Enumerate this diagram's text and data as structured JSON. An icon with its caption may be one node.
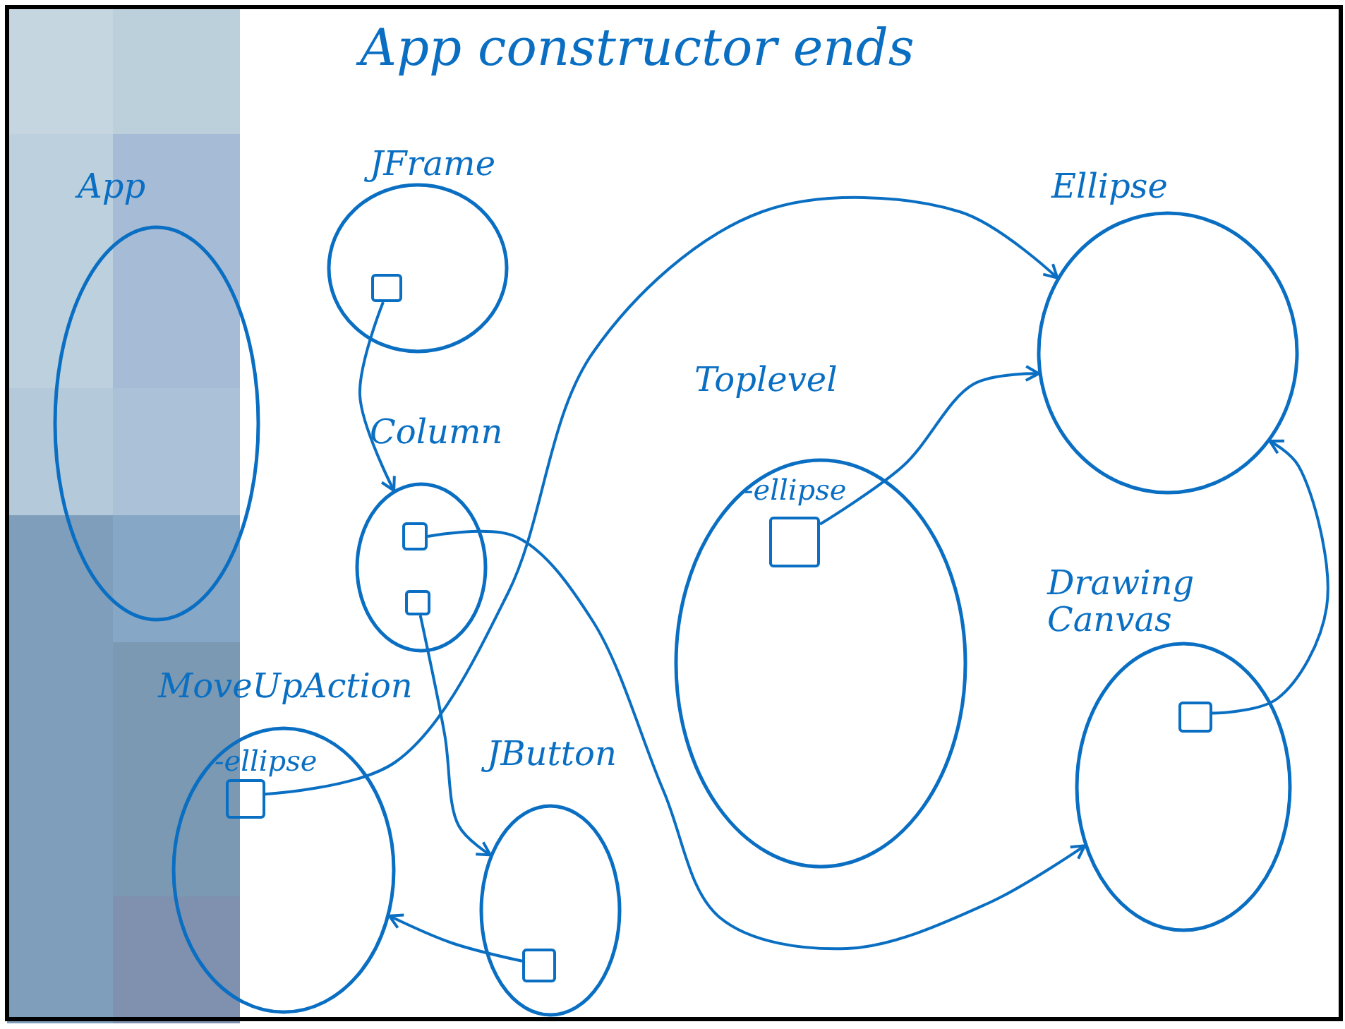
{
  "diagram": {
    "title": "App constructor ends",
    "nodes": [
      {
        "text": [
          "App"
        ]
      },
      {
        "text": [
          "JFrame"
        ]
      },
      {
        "text": [],
        "shape": "box",
        "in": 1
      },
      {
        "text": [
          "Column"
        ]
      },
      {
        "text": [],
        "shape": "box",
        "in": 3
      },
      {
        "text": [],
        "shape": "box",
        "in": 3
      },
      {
        "text": [
          "MoveUpAction"
        ]
      },
      {
        "text": [],
        "shape": "box",
        "in": 6,
        "beside": [
          "-ellipse"
        ]
      },
      {
        "text": [
          "JButton"
        ]
      },
      {
        "text": [],
        "shape": "box",
        "in": 8
      },
      {
        "text": [
          "Toplevel"
        ]
      },
      {
        "text": [],
        "shape": "box",
        "in": 10,
        "beside": [
          "-ellipse"
        ]
      },
      {
        "text": [
          "Ellipse"
        ]
      },
      {
        "text": [
          "Drawing Canvas"
        ]
      },
      {
        "text": [],
        "shape": "box",
        "in": 13
      }
    ],
    "edges": [
      {
        "from": 2,
        "to": 3,
        "arrow": "to"
      },
      {
        "from": 4,
        "to": 13,
        "arrow": "to"
      },
      {
        "from": 5,
        "to": 8,
        "arrow": "to"
      },
      {
        "from": 9,
        "to": 6,
        "arrow": "to"
      },
      {
        "from": 7,
        "to": 12,
        "arrow": "to"
      },
      {
        "from": 11,
        "to": 12,
        "arrow": "to"
      },
      {
        "from": 14,
        "to": 12,
        "arrow": "to"
      }
    ]
  }
}
